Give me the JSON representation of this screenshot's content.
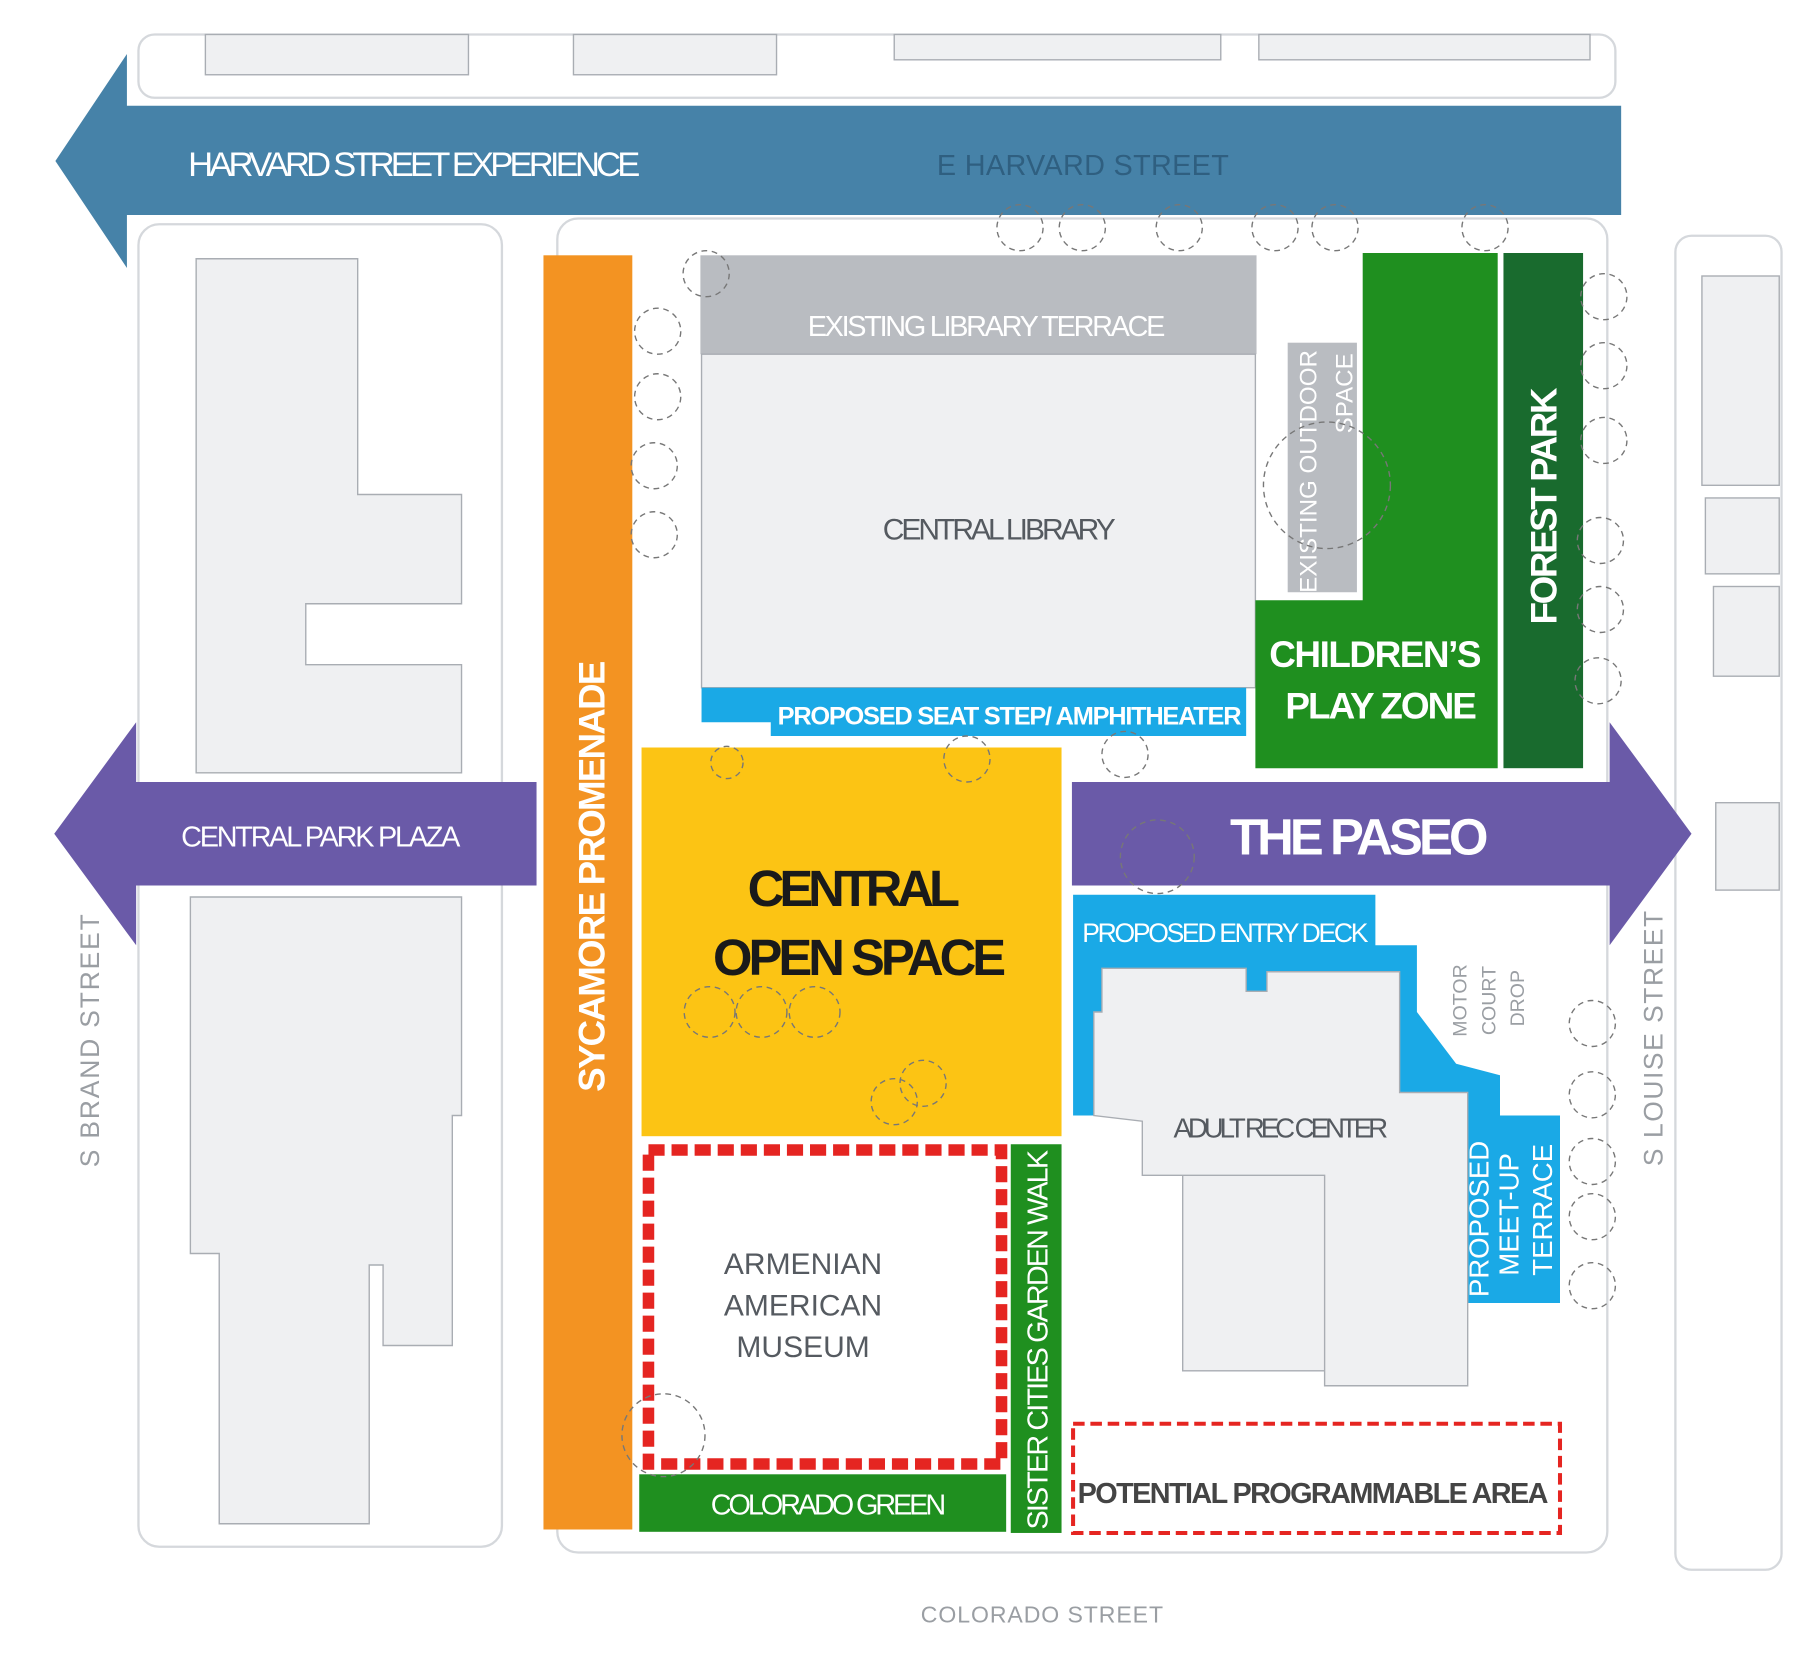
{
  "colors": {
    "harvard_arrow": "#4682a8",
    "plaza_arrow": "#6a5aa8",
    "promenade": "#f39322",
    "open_space": "#fcc414",
    "green": "#1f8f1f",
    "forest_green": "#196b2e",
    "proposed_blue": "#1aa9e6",
    "existing_gray": "#b9bcc1",
    "potential_red": "#e52521"
  },
  "streets": {
    "harvard_experience": "HARVARD STREET EXPERIENCE",
    "e_harvard": "E HARVARD STREET",
    "s_brand": "S BRAND STREET",
    "s_louise": "S LOUISE STREET",
    "colorado": "COLORADO STREET"
  },
  "zones": {
    "sycamore": "SYCAMORE PROMENADE",
    "library_terrace": "EXISTING LIBRARY TERRACE",
    "central_library": "CENTRAL LIBRARY",
    "outdoor_space_1": "EXISTING OUTDOOR",
    "outdoor_space_2": "SPACE",
    "seat_step": "PROPOSED SEAT STEP/ AMPHITHEATER",
    "childrens_1": "CHILDREN’S",
    "childrens_2": "PLAY ZONE",
    "forest_park": "FOREST PARK",
    "central_park_plaza": "CENTRAL PARK PLAZA",
    "paseo": "THE PASEO",
    "open_space_1": "CENTRAL",
    "open_space_2": "OPEN SPACE",
    "entry_deck": "PROPOSED ENTRY DECK",
    "motor_1": "MOTOR",
    "motor_2": "COURT",
    "motor_3": "DROP",
    "rec_center": "ADULT REC CENTER",
    "meetup_1": "PROPOSED",
    "meetup_2": "MEET-UP",
    "meetup_3": "TERRACE",
    "museum_1": "ARMENIAN",
    "museum_2": "AMERICAN",
    "museum_3": "MUSEUM",
    "garden_walk": "SISTER CITIES  GARDEN WALK",
    "colorado_green": "COLORADO GREEN",
    "programmable": "POTENTIAL PROGRAMMABLE AREA"
  }
}
